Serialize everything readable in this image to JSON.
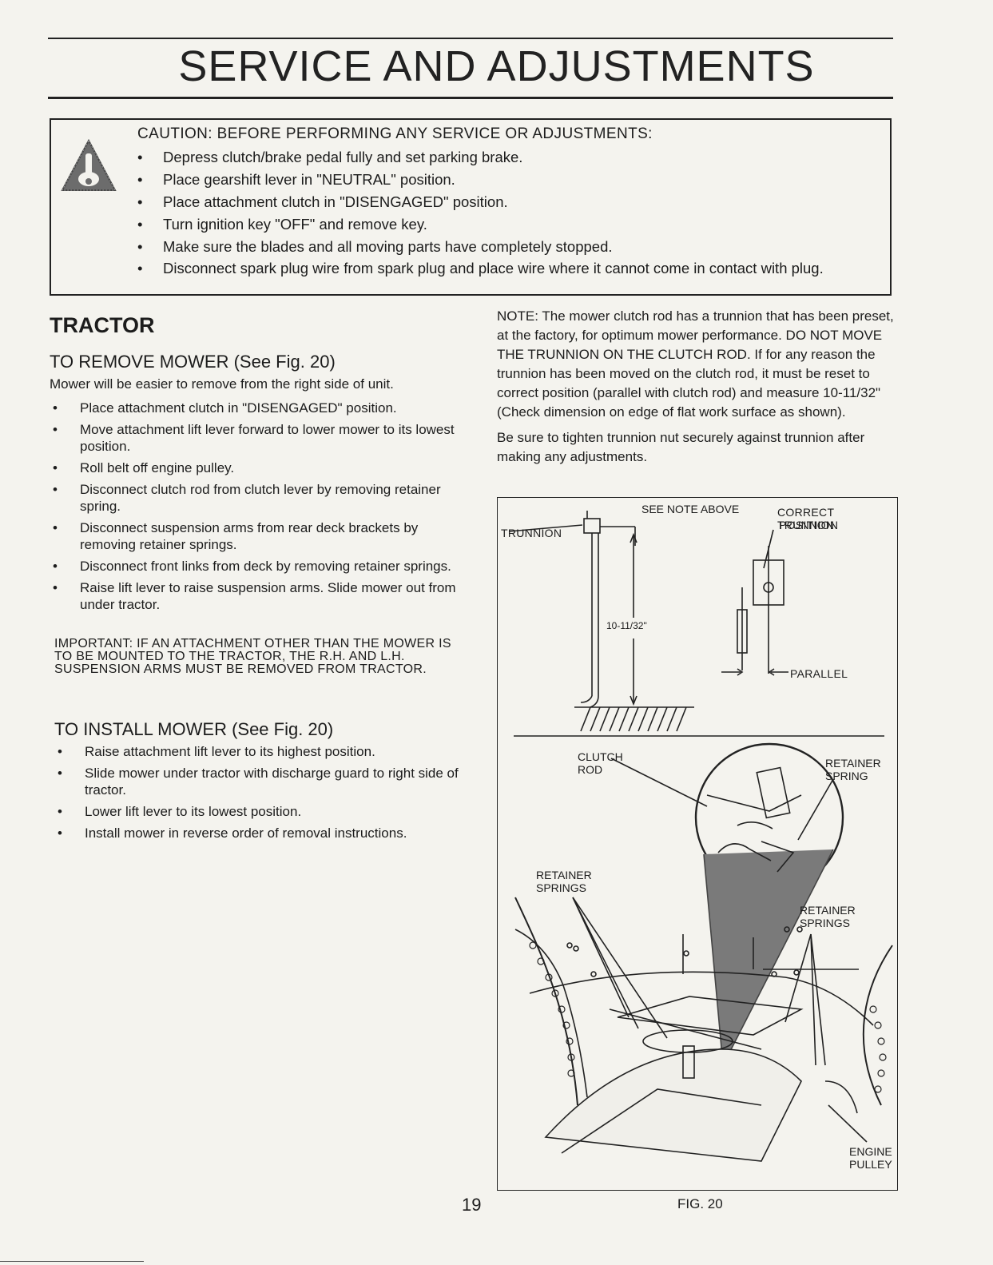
{
  "header": {
    "title": "SERVICE AND ADJUSTMENTS"
  },
  "caution": {
    "title": "CAUTION:  BEFORE PERFORMING ANY SERVICE OR ADJUSTMENTS:",
    "icon": "warning-triangle-icon",
    "items": [
      "Depress clutch/brake pedal fully and set parking brake.",
      "Place gearshift lever in \"NEUTRAL\" position.",
      "Place attachment clutch in \"DISENGAGED\" position.",
      "Turn ignition key \"OFF\" and remove key.",
      "Make sure the blades and all moving parts have completely stopped.",
      "Disconnect spark plug wire from spark plug and place wire where it cannot come in contact with plug."
    ]
  },
  "tractor": {
    "heading": "TRACTOR",
    "remove": {
      "heading": "TO REMOVE MOWER (See Fig. 20)",
      "intro": "Mower will be easier to remove from the right side of unit.",
      "steps": [
        "Place attachment clutch in \"DISENGAGED\" position.",
        "Move attachment lift lever forward to lower mower to its lowest position.",
        "Roll belt off engine pulley.",
        "Disconnect clutch rod from clutch lever by removing retainer spring.",
        "Disconnect suspension arms from rear deck brackets by removing retainer springs.",
        "Disconnect front links from deck by removing retainer springs.",
        "Raise lift lever to raise suspension arms. Slide mower out from under tractor."
      ]
    },
    "important": "IMPORTANT:   IF AN ATTACHMENT OTHER THAN THE MOWER IS TO BE MOUNTED TO THE TRACTOR, THE R.H. AND L.H. SUSPENSION ARMS MUST BE REMOVED FROM TRACTOR.",
    "install": {
      "heading": "TO INSTALL MOWER (See Fig. 20)",
      "steps": [
        "Raise attachment lift lever to its highest position.",
        "Slide mower under tractor with discharge guard to right side of tractor.",
        "Lower lift lever to its lowest position.",
        "Install mower in reverse order of removal instructions."
      ]
    }
  },
  "note": {
    "paragraph1": "NOTE: The mower clutch rod has a trunnion that has been preset, at the factory, for optimum mower performance. DO NOT MOVE THE TRUNNION ON THE CLUTCH ROD. If for any reason the trunnion has been moved on the clutch rod, it must be reset to correct position (parallel with clutch rod) and measure 10-11/32\" (Check dimension on edge of flat work surface as shown).",
    "paragraph2": "Be sure to tighten trunnion nut securely against trunnion after making any adjustments."
  },
  "figure": {
    "see_note": "SEE NOTE ABOVE",
    "correct_trunnion": "CORRECT TRUNNION",
    "position": "POSITION",
    "trunnion": "TRUNNION",
    "dimension": "10-11/32\"",
    "parallel": "PARALLEL",
    "clutch": "CLUTCH",
    "rod": "ROD",
    "retainer": "RETAINER",
    "spring": "SPRING",
    "springs": "SPRINGS",
    "engine": "ENGINE",
    "pulley": "PULLEY",
    "caption": "FIG. 20"
  },
  "footer": {
    "page_number": "19"
  }
}
